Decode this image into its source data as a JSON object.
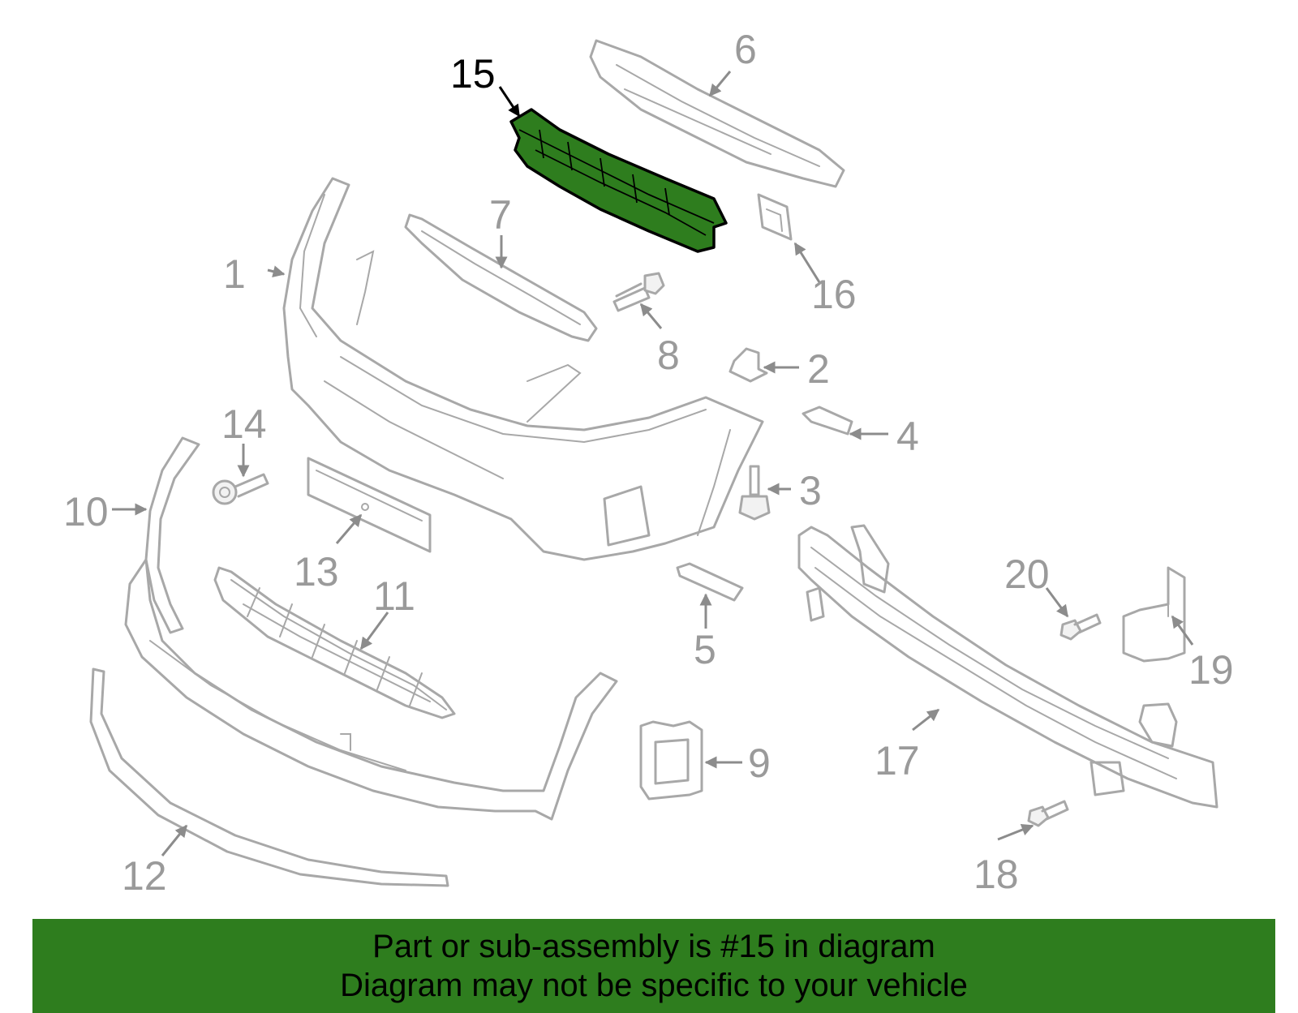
{
  "callouts": {
    "c1": "1",
    "c2": "2",
    "c3": "3",
    "c4": "4",
    "c5": "5",
    "c6": "6",
    "c7": "7",
    "c8": "8",
    "c9": "9",
    "c10": "10",
    "c11": "11",
    "c12": "12",
    "c13": "13",
    "c14": "14",
    "c15": "15",
    "c16": "16",
    "c17": "17",
    "c18": "18",
    "c19": "19",
    "c20": "20"
  },
  "highlighted_part": "15",
  "colors": {
    "highlight": "#2e7d1e",
    "part_lines": "#a8a8a8",
    "callout_text": "#9a9a9a",
    "banner_background": "#2e7d1e"
  },
  "footer": {
    "line1": "Part or sub-assembly is #15 in diagram",
    "line2": "Diagram may not be specific to your vehicle"
  }
}
